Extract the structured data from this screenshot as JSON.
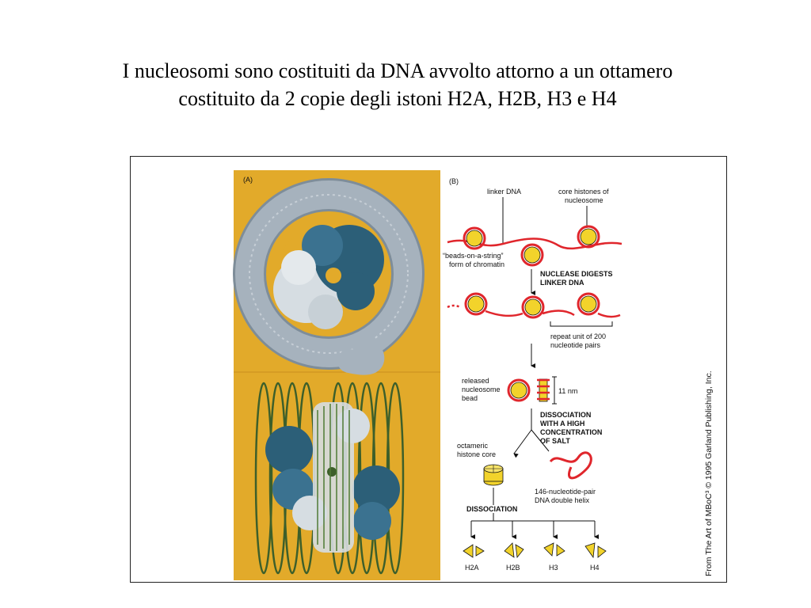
{
  "slide": {
    "title_line1": "I nucleosomi sono costituiti da DNA avvolto attorno a un ottamero",
    "title_line2": "costituito da 2 copie degli istoni H2A, H2B, H3 e H4"
  },
  "figure": {
    "panel_a": {
      "label": "(A)"
    },
    "panel_b": {
      "label": "(B)",
      "linker_dna": "linker DNA",
      "core_histones_line1": "core histones of",
      "core_histones_line2": "nucleosome",
      "beads_line1": "“beads-on-a-string”",
      "beads_line2": "form of chromatin",
      "nuclease_line1": "NUCLEASE DIGESTS",
      "nuclease_line2": "LINKER DNA",
      "repeat_line1": "repeat unit of 200",
      "repeat_line2": "nucleotide pairs",
      "released_line1": "released",
      "released_line2": "nucleosome",
      "released_line3": "bead",
      "size_label": "11 nm",
      "dissociation_salt_line1": "DISSOCIATION",
      "dissociation_salt_line2": "WITH A HIGH",
      "dissociation_salt_line3": "CONCENTRATION",
      "dissociation_salt_line4": "OF SALT",
      "octameric_line1": "octameric",
      "octameric_line2": "histone core",
      "dna_146_line1": "146-nucleotide-pair",
      "dna_146_line2": "DNA double helix",
      "dissociation_label": "DISSOCIATION",
      "histones": [
        "H2A",
        "H2B",
        "H3",
        "H4"
      ]
    },
    "credit": "From The Art of MBoC³ © 1995 Garland Publishing, Inc."
  },
  "colors": {
    "dna_red": "#e0262c",
    "bead_yellow": "#f2d32b",
    "panel_a_bg": "#e2aa2a",
    "histone_dark": "#2c5f78",
    "histone_light": "#d6dde2",
    "dna_grey": "#a6b2bd"
  }
}
